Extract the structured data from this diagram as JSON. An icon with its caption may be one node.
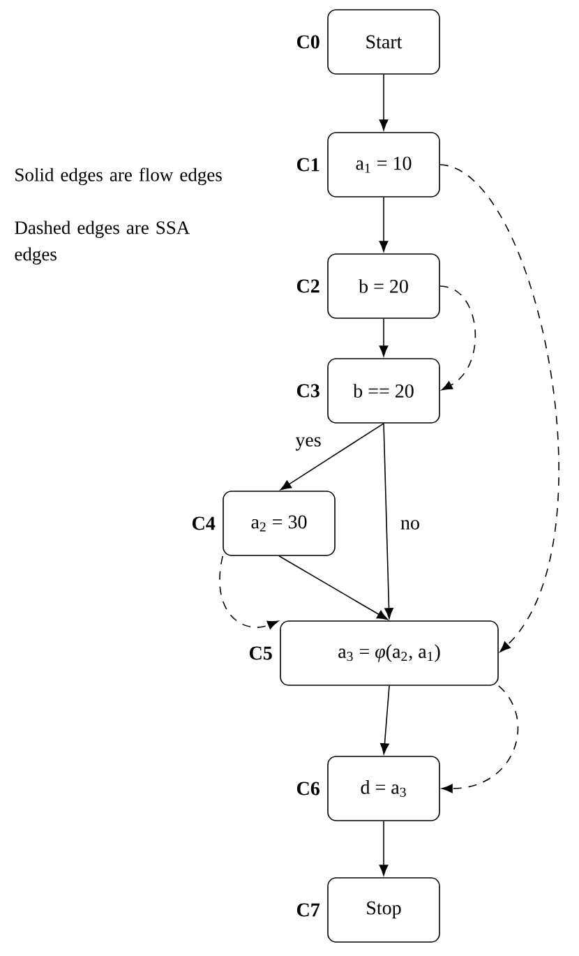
{
  "diagram": {
    "nodes": [
      {
        "text": [
          "Start"
        ],
        "beside": [
          "C0"
        ]
      },
      {
        "text": [
          "a$_{1}$ = 10"
        ],
        "beside": [
          "C1"
        ]
      },
      {
        "text": [
          "b = 20"
        ],
        "beside": [
          "C2"
        ]
      },
      {
        "text": [
          "b == 20"
        ],
        "beside": [
          "C3"
        ]
      },
      {
        "text": [
          "a$_{2}$ = 30"
        ],
        "beside": [
          "C4"
        ]
      },
      {
        "text": [
          "a$_{3}$ = *φ*(a$_{2}$, a$_{1}$)"
        ],
        "beside": [
          "C5"
        ]
      },
      {
        "text": [
          "d = a$_{3}$"
        ],
        "beside": [
          "C6"
        ]
      },
      {
        "text": [
          "Stop"
        ],
        "beside": [
          "C7"
        ]
      }
    ],
    "edges": [
      {
        "from": 0,
        "to": 1,
        "arrow": "to"
      },
      {
        "from": 1,
        "to": 2,
        "arrow": "to"
      },
      {
        "from": 2,
        "to": 3,
        "arrow": "to"
      },
      {
        "from": 3,
        "to": 4,
        "arrow": "to",
        "label": "yes"
      },
      {
        "from": 3,
        "to": 5,
        "arrow": "to",
        "label": "no"
      },
      {
        "from": 4,
        "to": 5,
        "arrow": "to"
      },
      {
        "from": 5,
        "to": 6,
        "arrow": "to"
      },
      {
        "from": 6,
        "to": 7,
        "arrow": "to"
      },
      {
        "from": 1,
        "to": 5,
        "arrow": "to",
        "style": "dashed"
      },
      {
        "from": 2,
        "to": 3,
        "arrow": "to",
        "style": "dashed"
      },
      {
        "from": 4,
        "to": 5,
        "arrow": "to",
        "style": "dashed"
      },
      {
        "from": 5,
        "to": 6,
        "arrow": "to",
        "style": "dashed"
      }
    ],
    "labels": [
      "Solid edges are flow edges",
      "Dashed edges are SSA edges"
    ]
  }
}
